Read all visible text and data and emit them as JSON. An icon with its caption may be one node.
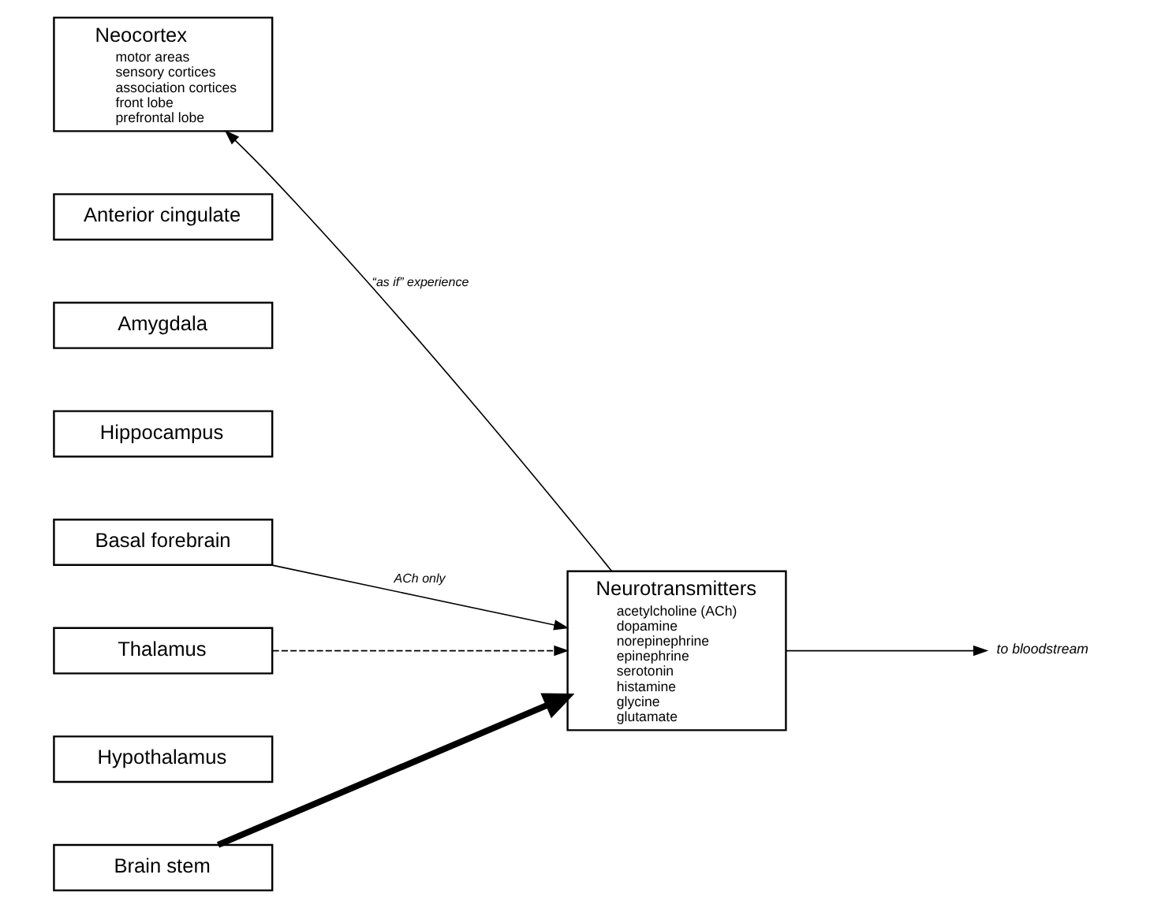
{
  "diagram": {
    "nodes": [
      {
        "text": [
          "Neocortex",
          "motor areas",
          "sensory cortices",
          "association cortices",
          "front lobe",
          "prefrontal lobe"
        ]
      },
      {
        "text": [
          "Anterior cingulate"
        ]
      },
      {
        "text": [
          "Amygdala"
        ]
      },
      {
        "text": [
          "Hippocampus"
        ]
      },
      {
        "text": [
          "Basal forebrain"
        ]
      },
      {
        "text": [
          "Thalamus"
        ]
      },
      {
        "text": [
          "Hypothalamus"
        ]
      },
      {
        "text": [
          "Brain stem"
        ]
      },
      {
        "text": [
          "Neurotransmitters",
          "acetylcholine (ACh)",
          "dopamine",
          "norepinephrine",
          "epinephrine",
          "serotonin",
          "histamine",
          "glycine",
          "glutamate"
        ]
      },
      {
        "text": [
          "to bloodstream"
        ]
      }
    ],
    "edges": [
      {
        "from": 4,
        "to": 8,
        "arrow": "to",
        "label": "ACh only"
      },
      {
        "from": 5,
        "to": 8,
        "arrow": "to",
        "style": "dashed"
      },
      {
        "from": 7,
        "to": 8,
        "arrow": "to",
        "style": "thick"
      },
      {
        "from": 8,
        "to": 0,
        "arrow": "to",
        "label": "“as if” experience"
      },
      {
        "from": 8,
        "to": 9,
        "arrow": "to"
      }
    ]
  }
}
